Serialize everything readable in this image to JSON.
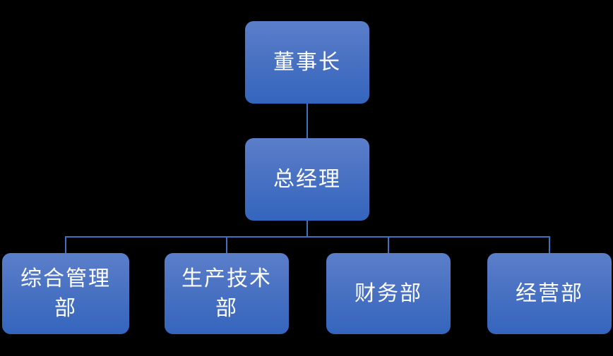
{
  "diagram": {
    "type": "org-chart",
    "background_color": "#000000",
    "node_fill_gradient_top": "#5B7EC9",
    "node_fill_gradient_bottom": "#3465BD",
    "connector_color": "#4070C0",
    "text_color": "#FFFFFF",
    "nodes": [
      {
        "id": "chairman",
        "label": "董事长",
        "level": 1
      },
      {
        "id": "general-manager",
        "label": "总经理",
        "level": 2
      },
      {
        "id": "dept-general-admin",
        "label": "综合管理部",
        "level": 3
      },
      {
        "id": "dept-production-tech",
        "label": "生产技术部",
        "level": 3
      },
      {
        "id": "dept-finance",
        "label": "财务部",
        "level": 3
      },
      {
        "id": "dept-operations",
        "label": "经营部",
        "level": 3
      }
    ],
    "edges": [
      {
        "from": "chairman",
        "to": "general-manager"
      },
      {
        "from": "general-manager",
        "to": "dept-general-admin"
      },
      {
        "from": "general-manager",
        "to": "dept-production-tech"
      },
      {
        "from": "general-manager",
        "to": "dept-finance"
      },
      {
        "from": "general-manager",
        "to": "dept-operations"
      }
    ]
  }
}
